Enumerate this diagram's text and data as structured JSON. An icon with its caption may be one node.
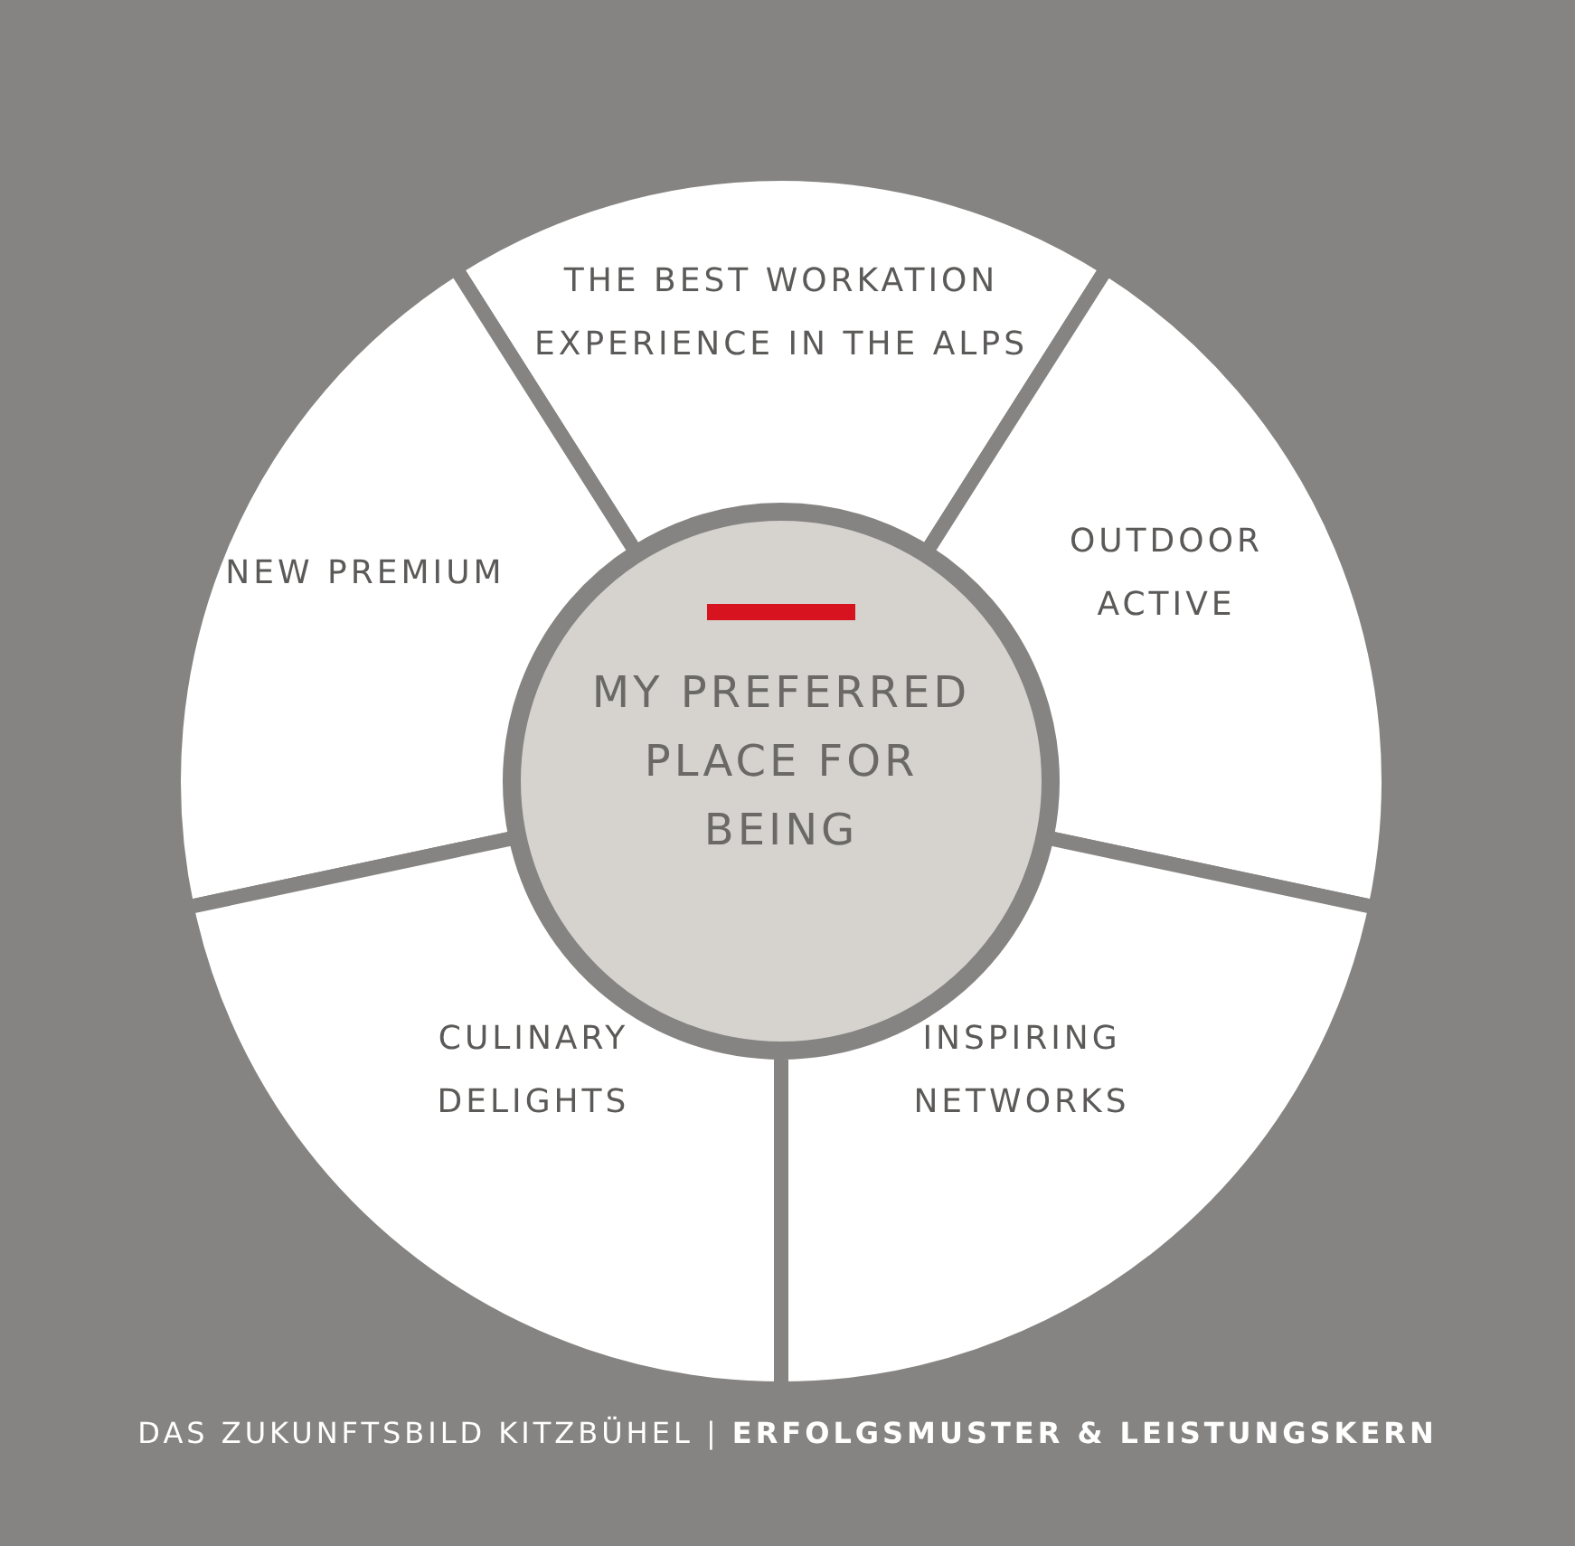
{
  "diagram": {
    "caption": "DAS ZUKUNFTSBILD KITZBÜHEL | **ERFOLGSMUSTER & LEISTUNGSKERN**",
    "nodes": [
      {
        "text": [
          "THE BEST WORKATION EXPERIENCE IN THE ALPS"
        ]
      },
      {
        "text": [
          "NEW PREMIUM"
        ]
      },
      {
        "text": [
          "MY PREFERRED PLACE FOR BEING"
        ]
      },
      {
        "text": [
          "OUTDOOR ACTIVE"
        ]
      },
      {
        "text": [
          "CULINARY DELIGHTS"
        ]
      },
      {
        "text": [
          "INSPIRING NETWORKS"
        ]
      }
    ]
  }
}
